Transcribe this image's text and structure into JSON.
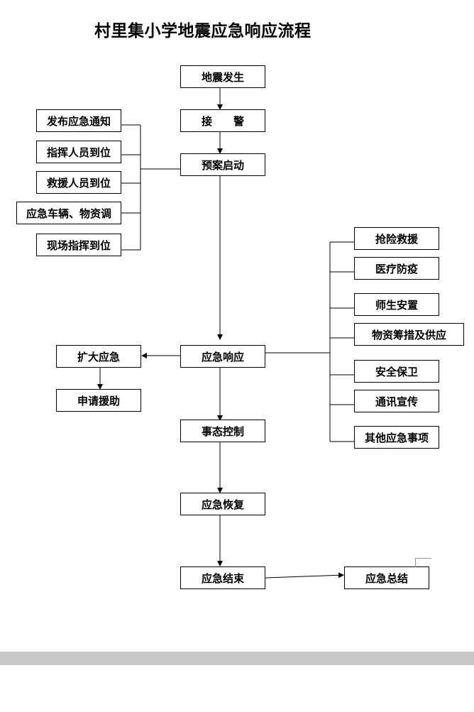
{
  "title": "村里集小学地震应急响应流程",
  "nodes": {
    "quake": "地震发生",
    "alarm": "接　　警",
    "plan": "预案启动",
    "notice": "发布应急通知",
    "command_staff": "指挥人员到位",
    "rescue_staff": "救援人员到位",
    "vehicles": "应急车辆、物资调",
    "onsite": "现场指挥到位",
    "response": "应急响应",
    "expand": "扩大应急",
    "request_aid": "申请援助",
    "control": "事态控制",
    "recovery": "应急恢复",
    "end": "应急结束",
    "summary": "应急总结",
    "rescue": "抢险救援",
    "medical": "医疗防疫",
    "resettle": "师生安置",
    "supply": "物资筹措及供应",
    "security": "安全保卫",
    "comms": "通讯宣传",
    "other": "其他应急事项"
  }
}
